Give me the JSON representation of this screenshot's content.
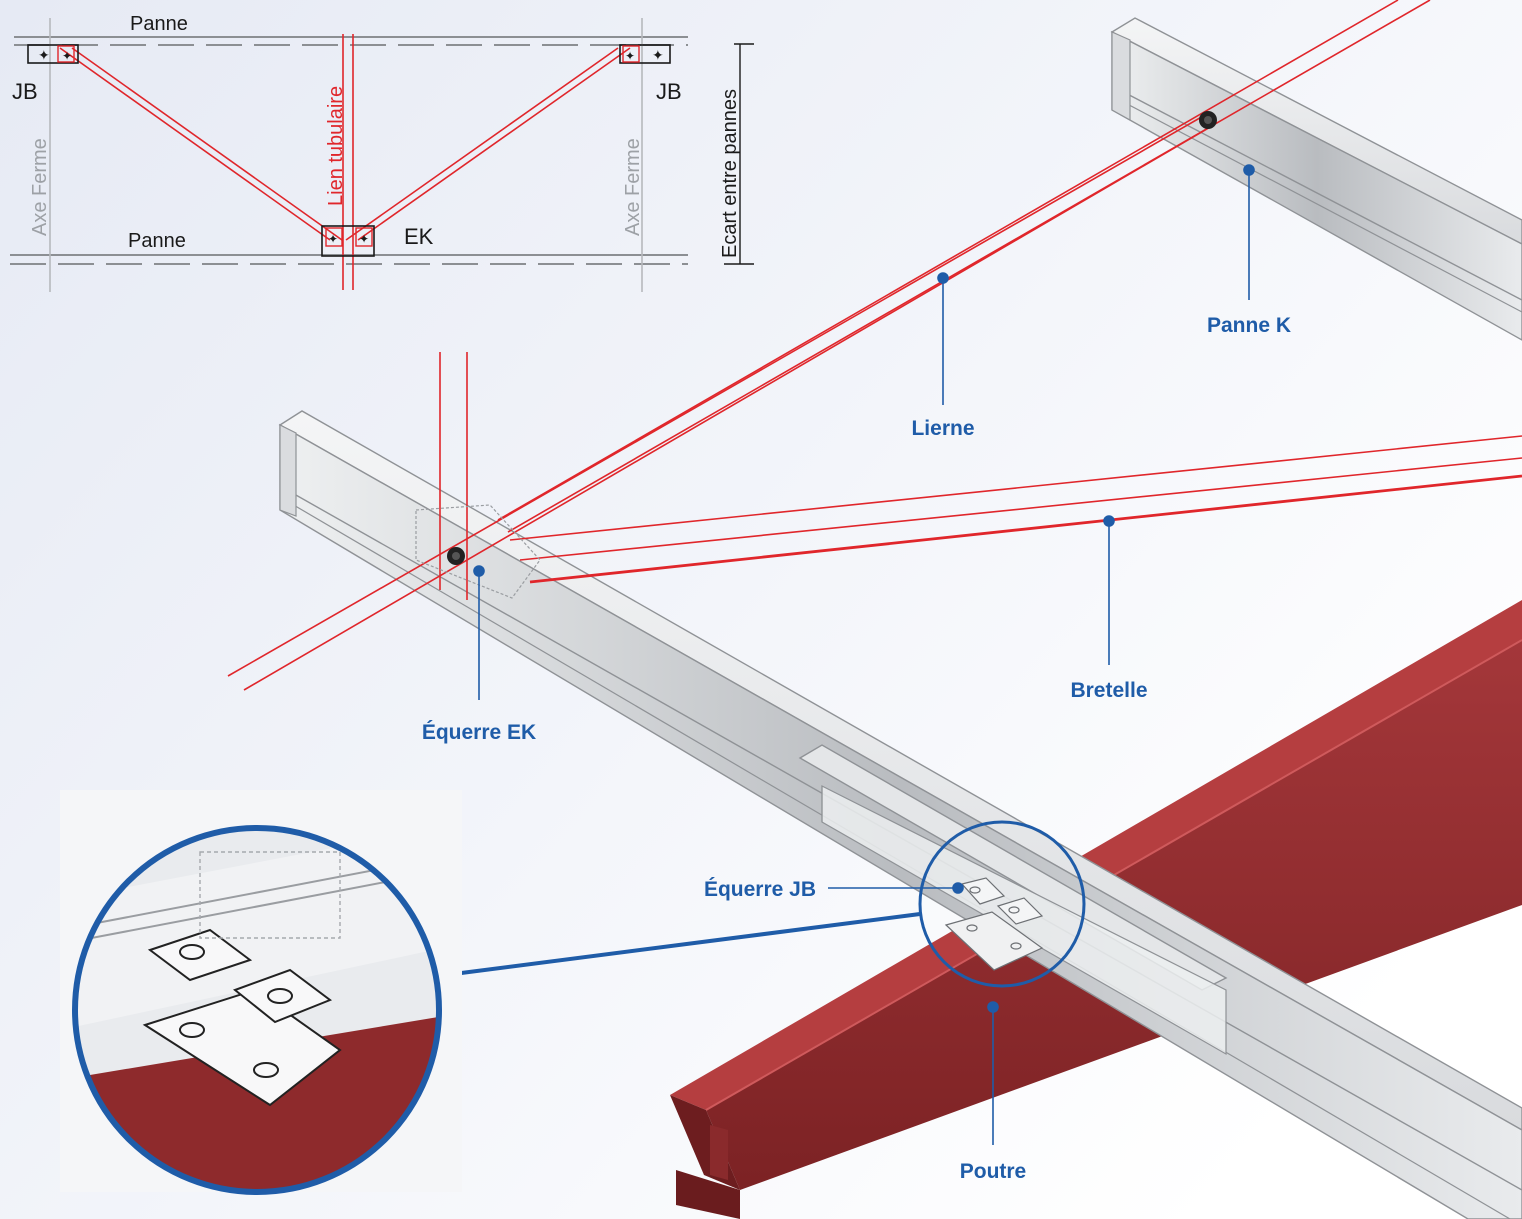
{
  "plan": {
    "top_purlin": "Panne",
    "bottom_purlin": "Panne",
    "left_bracket": "JB",
    "right_bracket": "JB",
    "left_axis": "Axe Ferme",
    "right_axis": "Axe Ferme",
    "tube_link": "Lien tubulaire",
    "center_bracket": "EK",
    "spacing_dimension": "Ecart entre pannes"
  },
  "callouts": {
    "panne_k": "Panne K",
    "lierne": "Lierne",
    "bretelle": "Bretelle",
    "equerre_ek": "Équerre EK",
    "equerre_jb": "Équerre JB",
    "poutre": "Poutre"
  },
  "colors": {
    "callout_blue": "#1f5ca8",
    "rod_red": "#e0262b",
    "beam_red": "#8e2a2c",
    "steel_grey": "#c9cbce"
  }
}
